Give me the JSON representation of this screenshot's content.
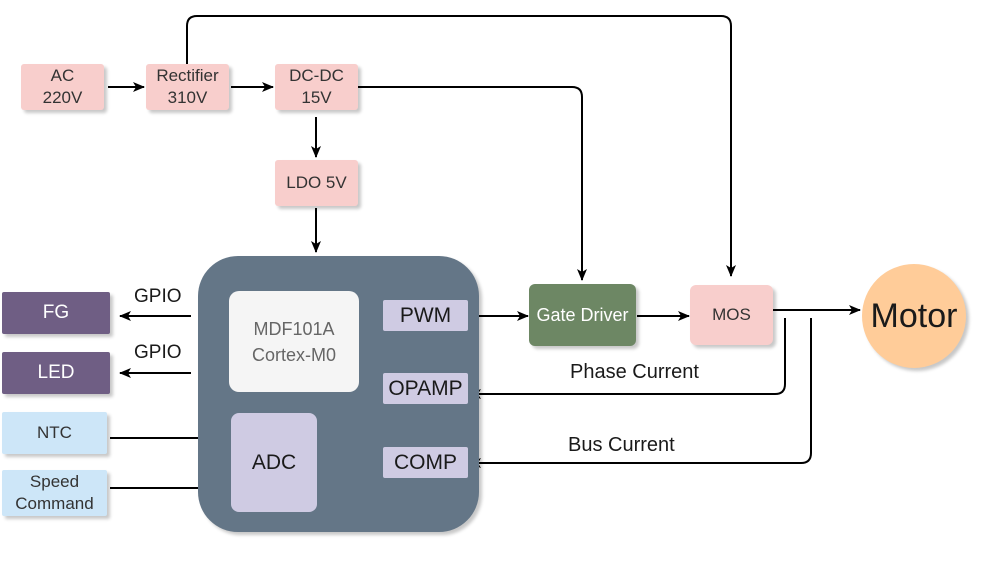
{
  "nodes": {
    "ac": {
      "label": "AC\n220V"
    },
    "rectifier": {
      "label": "Rectifier\n310V"
    },
    "dcdc": {
      "label": "DC-DC\n15V"
    },
    "ldo": {
      "label": "LDO 5V"
    },
    "fg": {
      "label": "FG"
    },
    "led": {
      "label": "LED"
    },
    "ntc": {
      "label": "NTC"
    },
    "speed": {
      "label": "Speed\nCommand"
    },
    "mcu": {
      "label": "MDF101A\nCortex-M0"
    },
    "adc": {
      "label": "ADC"
    },
    "pwm": {
      "label": "PWM"
    },
    "opamp": {
      "label": "OPAMP"
    },
    "comp": {
      "label": "COMP"
    },
    "gate_driver": {
      "label": "Gate Driver"
    },
    "mos": {
      "label": "MOS"
    },
    "motor": {
      "label": "Motor"
    }
  },
  "edge_labels": {
    "gpio_fg": "GPIO",
    "gpio_led": "GPIO",
    "phase_current": "Phase Current",
    "bus_current": "Bus Current"
  },
  "colors": {
    "power_block": "#f8cecc",
    "output_block": "#6f5e84",
    "input_block": "#cde6f8",
    "mcu_body": "#647687",
    "peripheral": "#cfcbe3",
    "gate_driver": "#6d8764",
    "motor": "#ffcc99"
  }
}
